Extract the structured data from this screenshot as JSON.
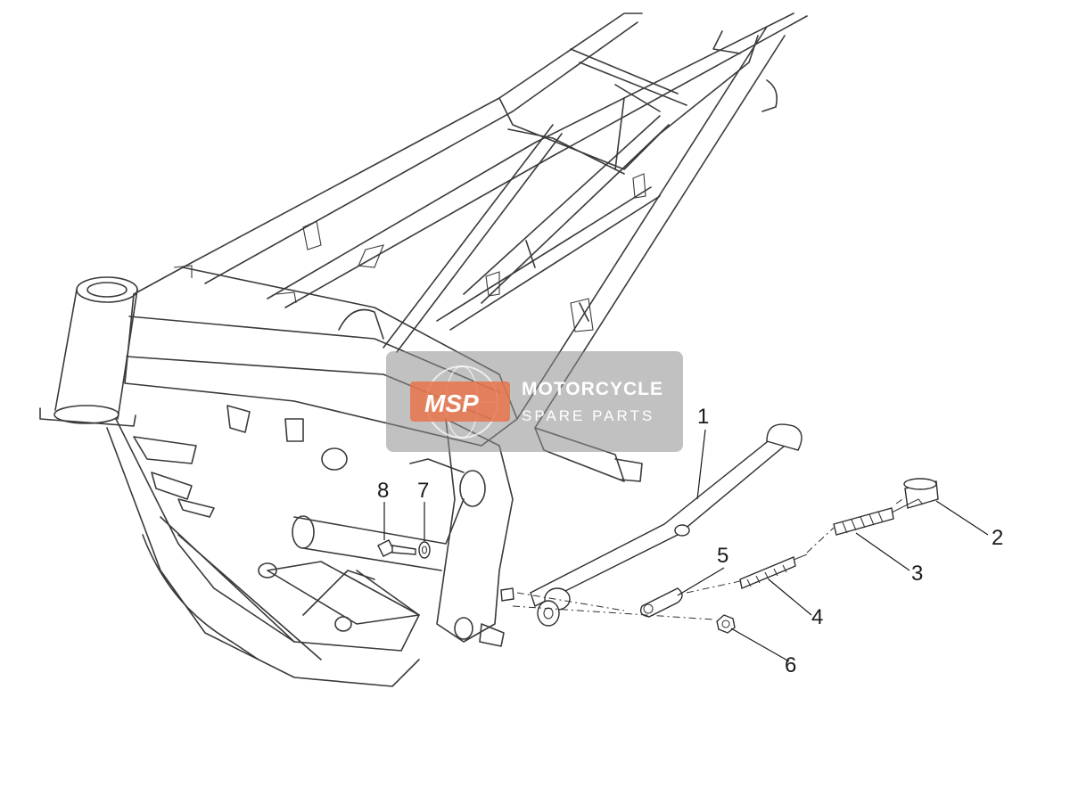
{
  "diagram": {
    "callouts": [
      {
        "id": "1",
        "label": "1"
      },
      {
        "id": "2",
        "label": "2"
      },
      {
        "id": "3",
        "label": "3"
      },
      {
        "id": "4",
        "label": "4"
      },
      {
        "id": "5",
        "label": "5"
      },
      {
        "id": "6",
        "label": "6"
      },
      {
        "id": "7",
        "label": "7"
      },
      {
        "id": "8",
        "label": "8"
      }
    ]
  },
  "watermark": {
    "logo": "MSP",
    "title": "MOTORCYCLE",
    "subtitle": "SPARE PARTS",
    "logo_color": "#e8734a"
  }
}
